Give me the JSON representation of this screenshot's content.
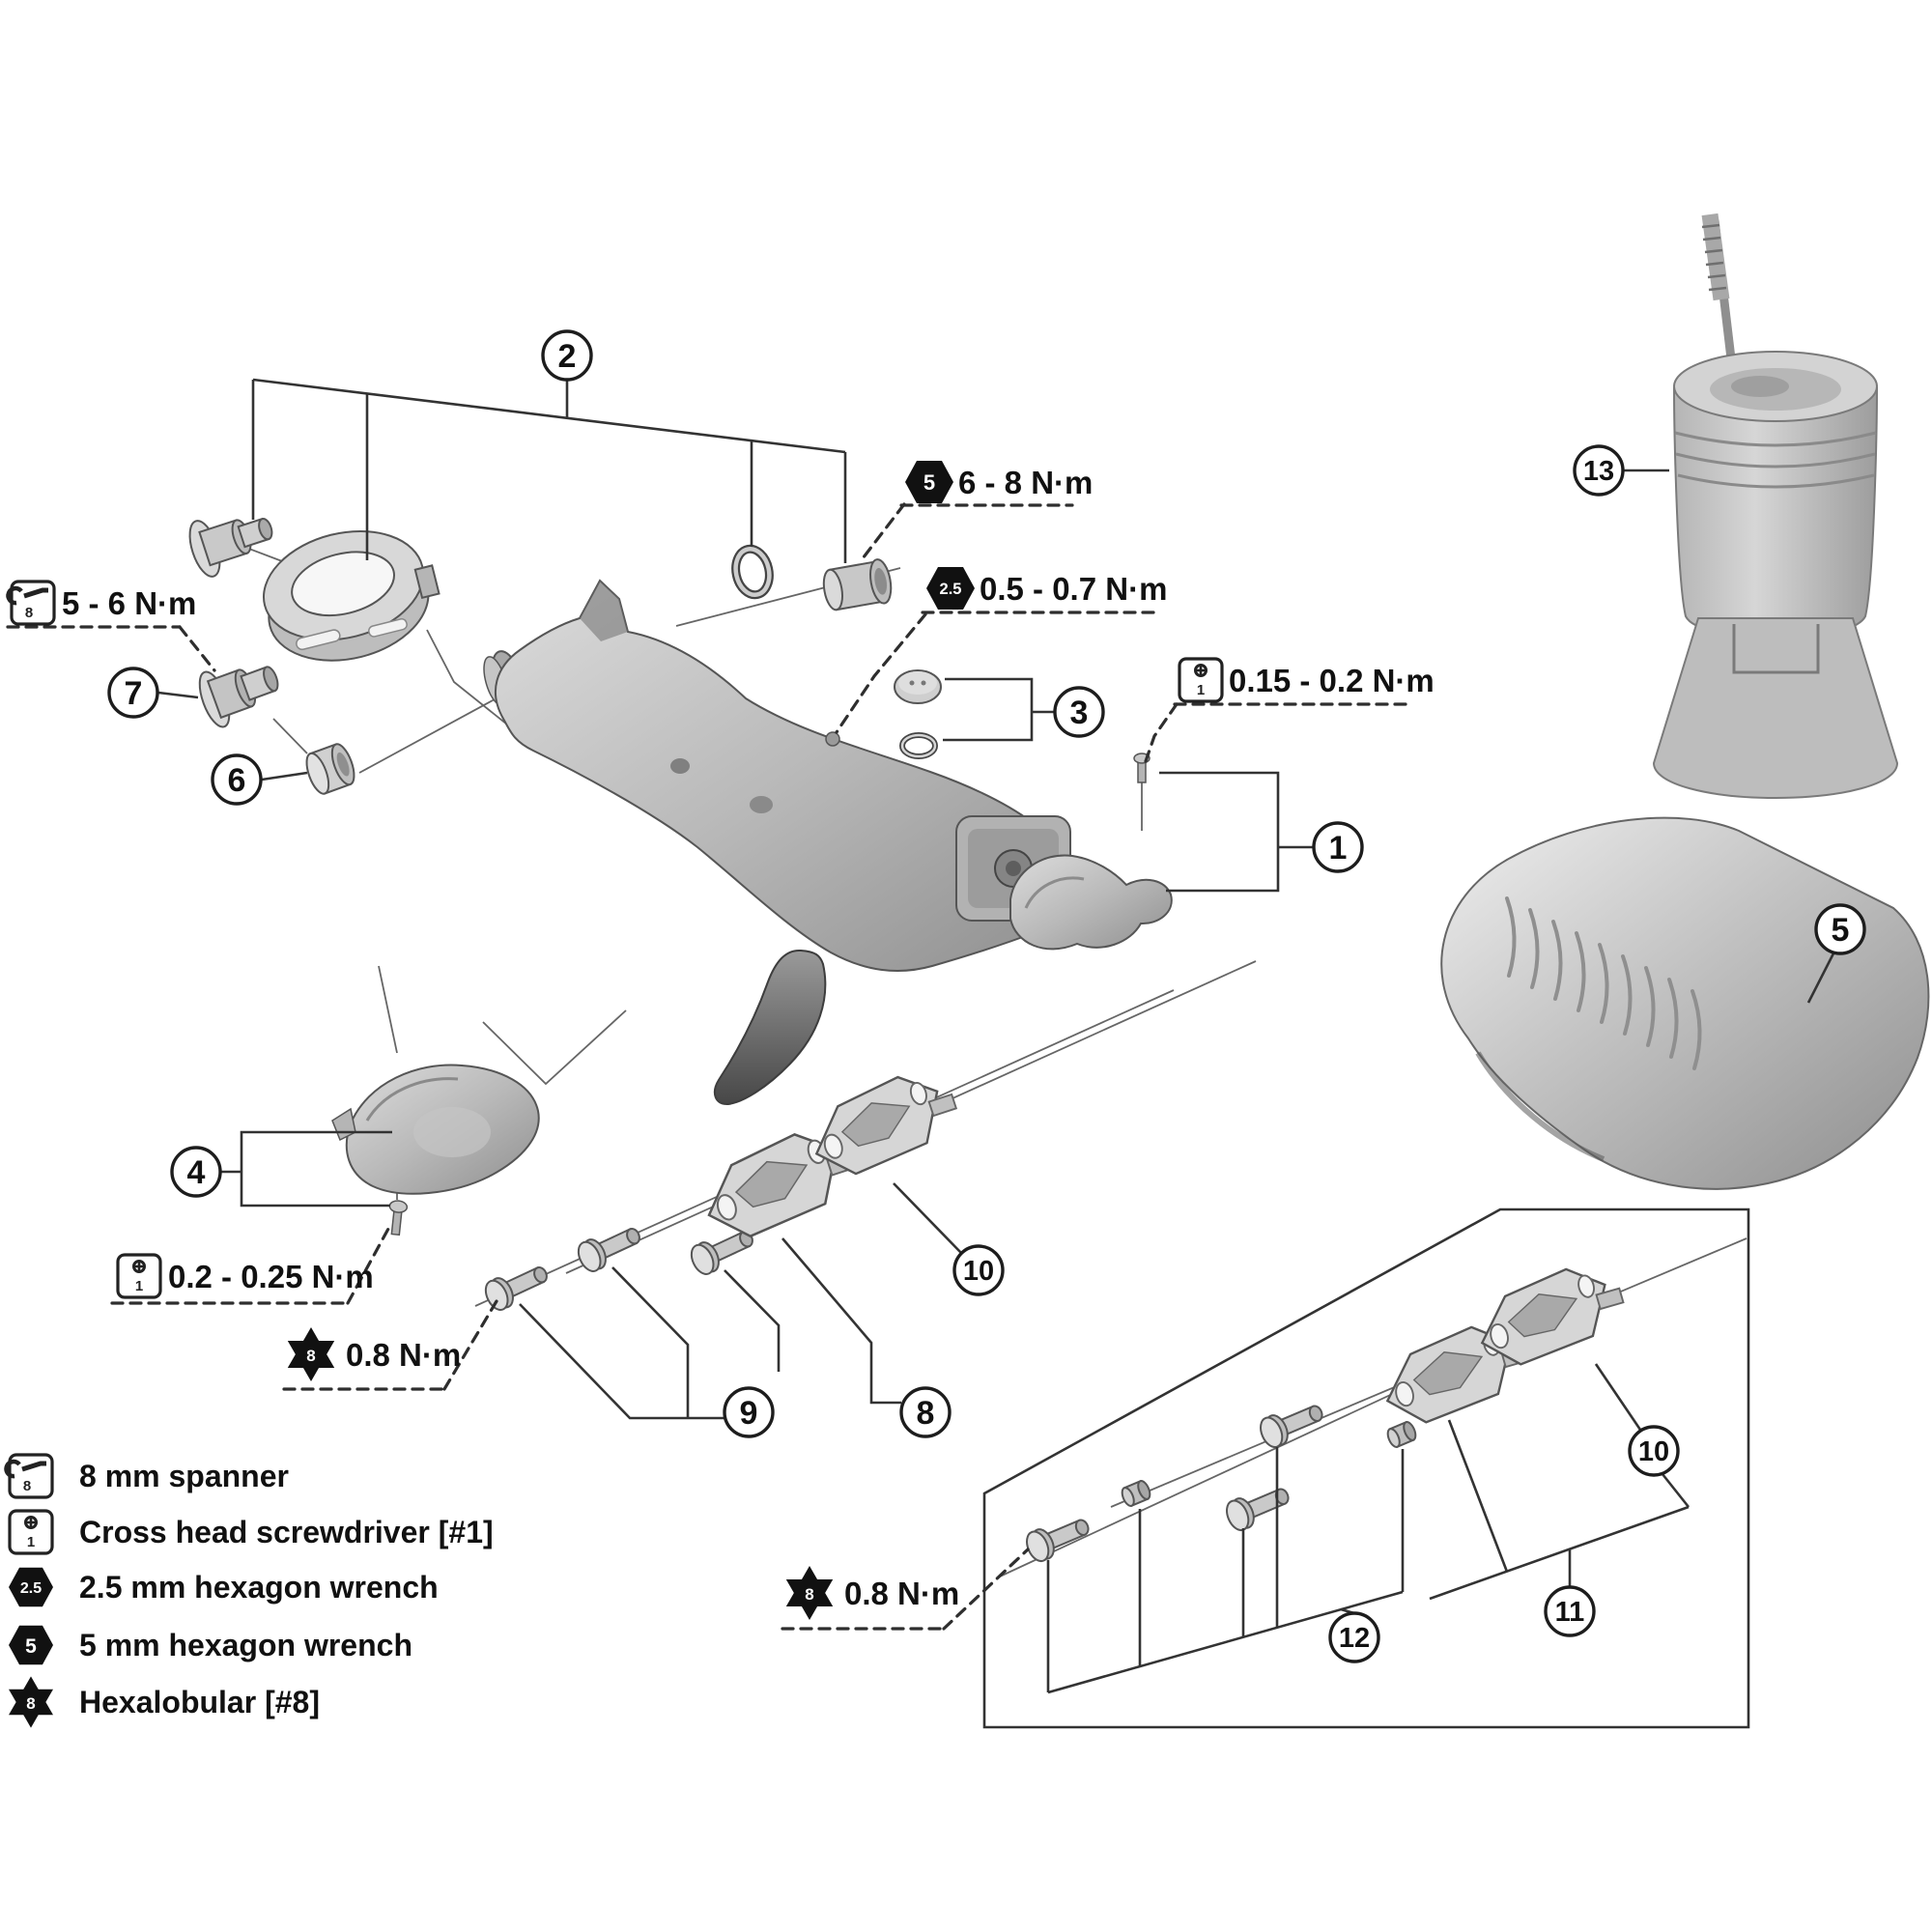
{
  "diagram": {
    "type": "exploded-parts-diagram",
    "subject": "Dual control lever exploded view with torque specifications",
    "callouts": [
      {
        "label": "1"
      },
      {
        "label": "2"
      },
      {
        "label": "3"
      },
      {
        "label": "4"
      },
      {
        "label": "5"
      },
      {
        "label": "6"
      },
      {
        "label": "7"
      },
      {
        "label": "8"
      },
      {
        "label": "9"
      },
      {
        "label": "10"
      },
      {
        "label": "10"
      },
      {
        "label": "11"
      },
      {
        "label": "12"
      },
      {
        "label": "13"
      }
    ],
    "torque_labels": [
      {
        "tool": "5-mm-hexagon-wrench",
        "tool_label": "5",
        "text": "6 - 8 N·m"
      },
      {
        "tool": "2.5-mm-hexagon-wrench",
        "tool_label": "2.5",
        "text": "0.5 - 0.7 N·m"
      },
      {
        "tool": "cross-head-screwdriver",
        "tool_label": "1",
        "text": "0.15 - 0.2 N·m"
      },
      {
        "tool": "8-mm-spanner",
        "tool_label": "8",
        "text": "5 - 6 N·m"
      },
      {
        "tool": "cross-head-screwdriver",
        "tool_label": "1",
        "text": "0.2 - 0.25 N·m"
      },
      {
        "tool": "hexalobular",
        "tool_label": "8",
        "text": "0.8 N·m"
      },
      {
        "tool": "hexalobular",
        "tool_label": "8",
        "text": "0.8 N·m"
      }
    ],
    "legend": [
      {
        "icon": "spanner-box-icon",
        "icon_label": "8",
        "text": "8 mm spanner"
      },
      {
        "icon": "screwdriver-box-icon",
        "icon_label": "1",
        "text": "Cross head screwdriver [#1]"
      },
      {
        "icon": "hex-icon",
        "icon_label": "2.5",
        "text": "2.5 mm hexagon wrench"
      },
      {
        "icon": "hex-icon",
        "icon_label": "5",
        "text": "5 mm hexagon wrench"
      },
      {
        "icon": "star-icon",
        "icon_label": "8",
        "text": "Hexalobular [#8]"
      }
    ],
    "colors": {
      "background": "#ffffff",
      "line": "#333333",
      "icon": "#111111",
      "part_light": "#d8d8d8",
      "part_dark": "#555555"
    }
  }
}
